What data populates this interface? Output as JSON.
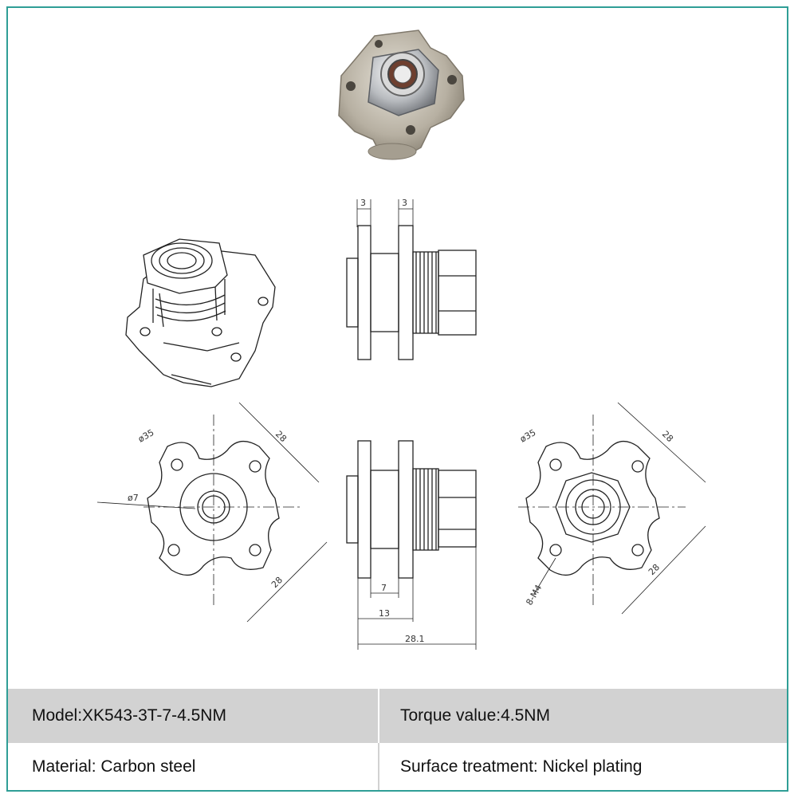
{
  "dimensions": {
    "top_width_left": "3",
    "top_width_right": "3",
    "left_dia_outer": "ø35",
    "left_side_top": "28",
    "left_dia_bore": "ø7",
    "left_side_bottom": "28",
    "side_len_7": "7",
    "side_len_13": "13",
    "side_len_total": "28.1",
    "right_dia_outer": "ø35",
    "right_side_top": "28",
    "right_side_bottom": "28",
    "right_thread": "8-M4"
  },
  "specs": {
    "model": "Model:XK543-3T-7-4.5NM",
    "torque": "Torque value:4.5NM",
    "material": "Material: Carbon steel",
    "surface": "Surface treatment: Nickel plating"
  },
  "colors": {
    "frame": "#2f9e96",
    "table_shade": "#d2d2d2"
  }
}
